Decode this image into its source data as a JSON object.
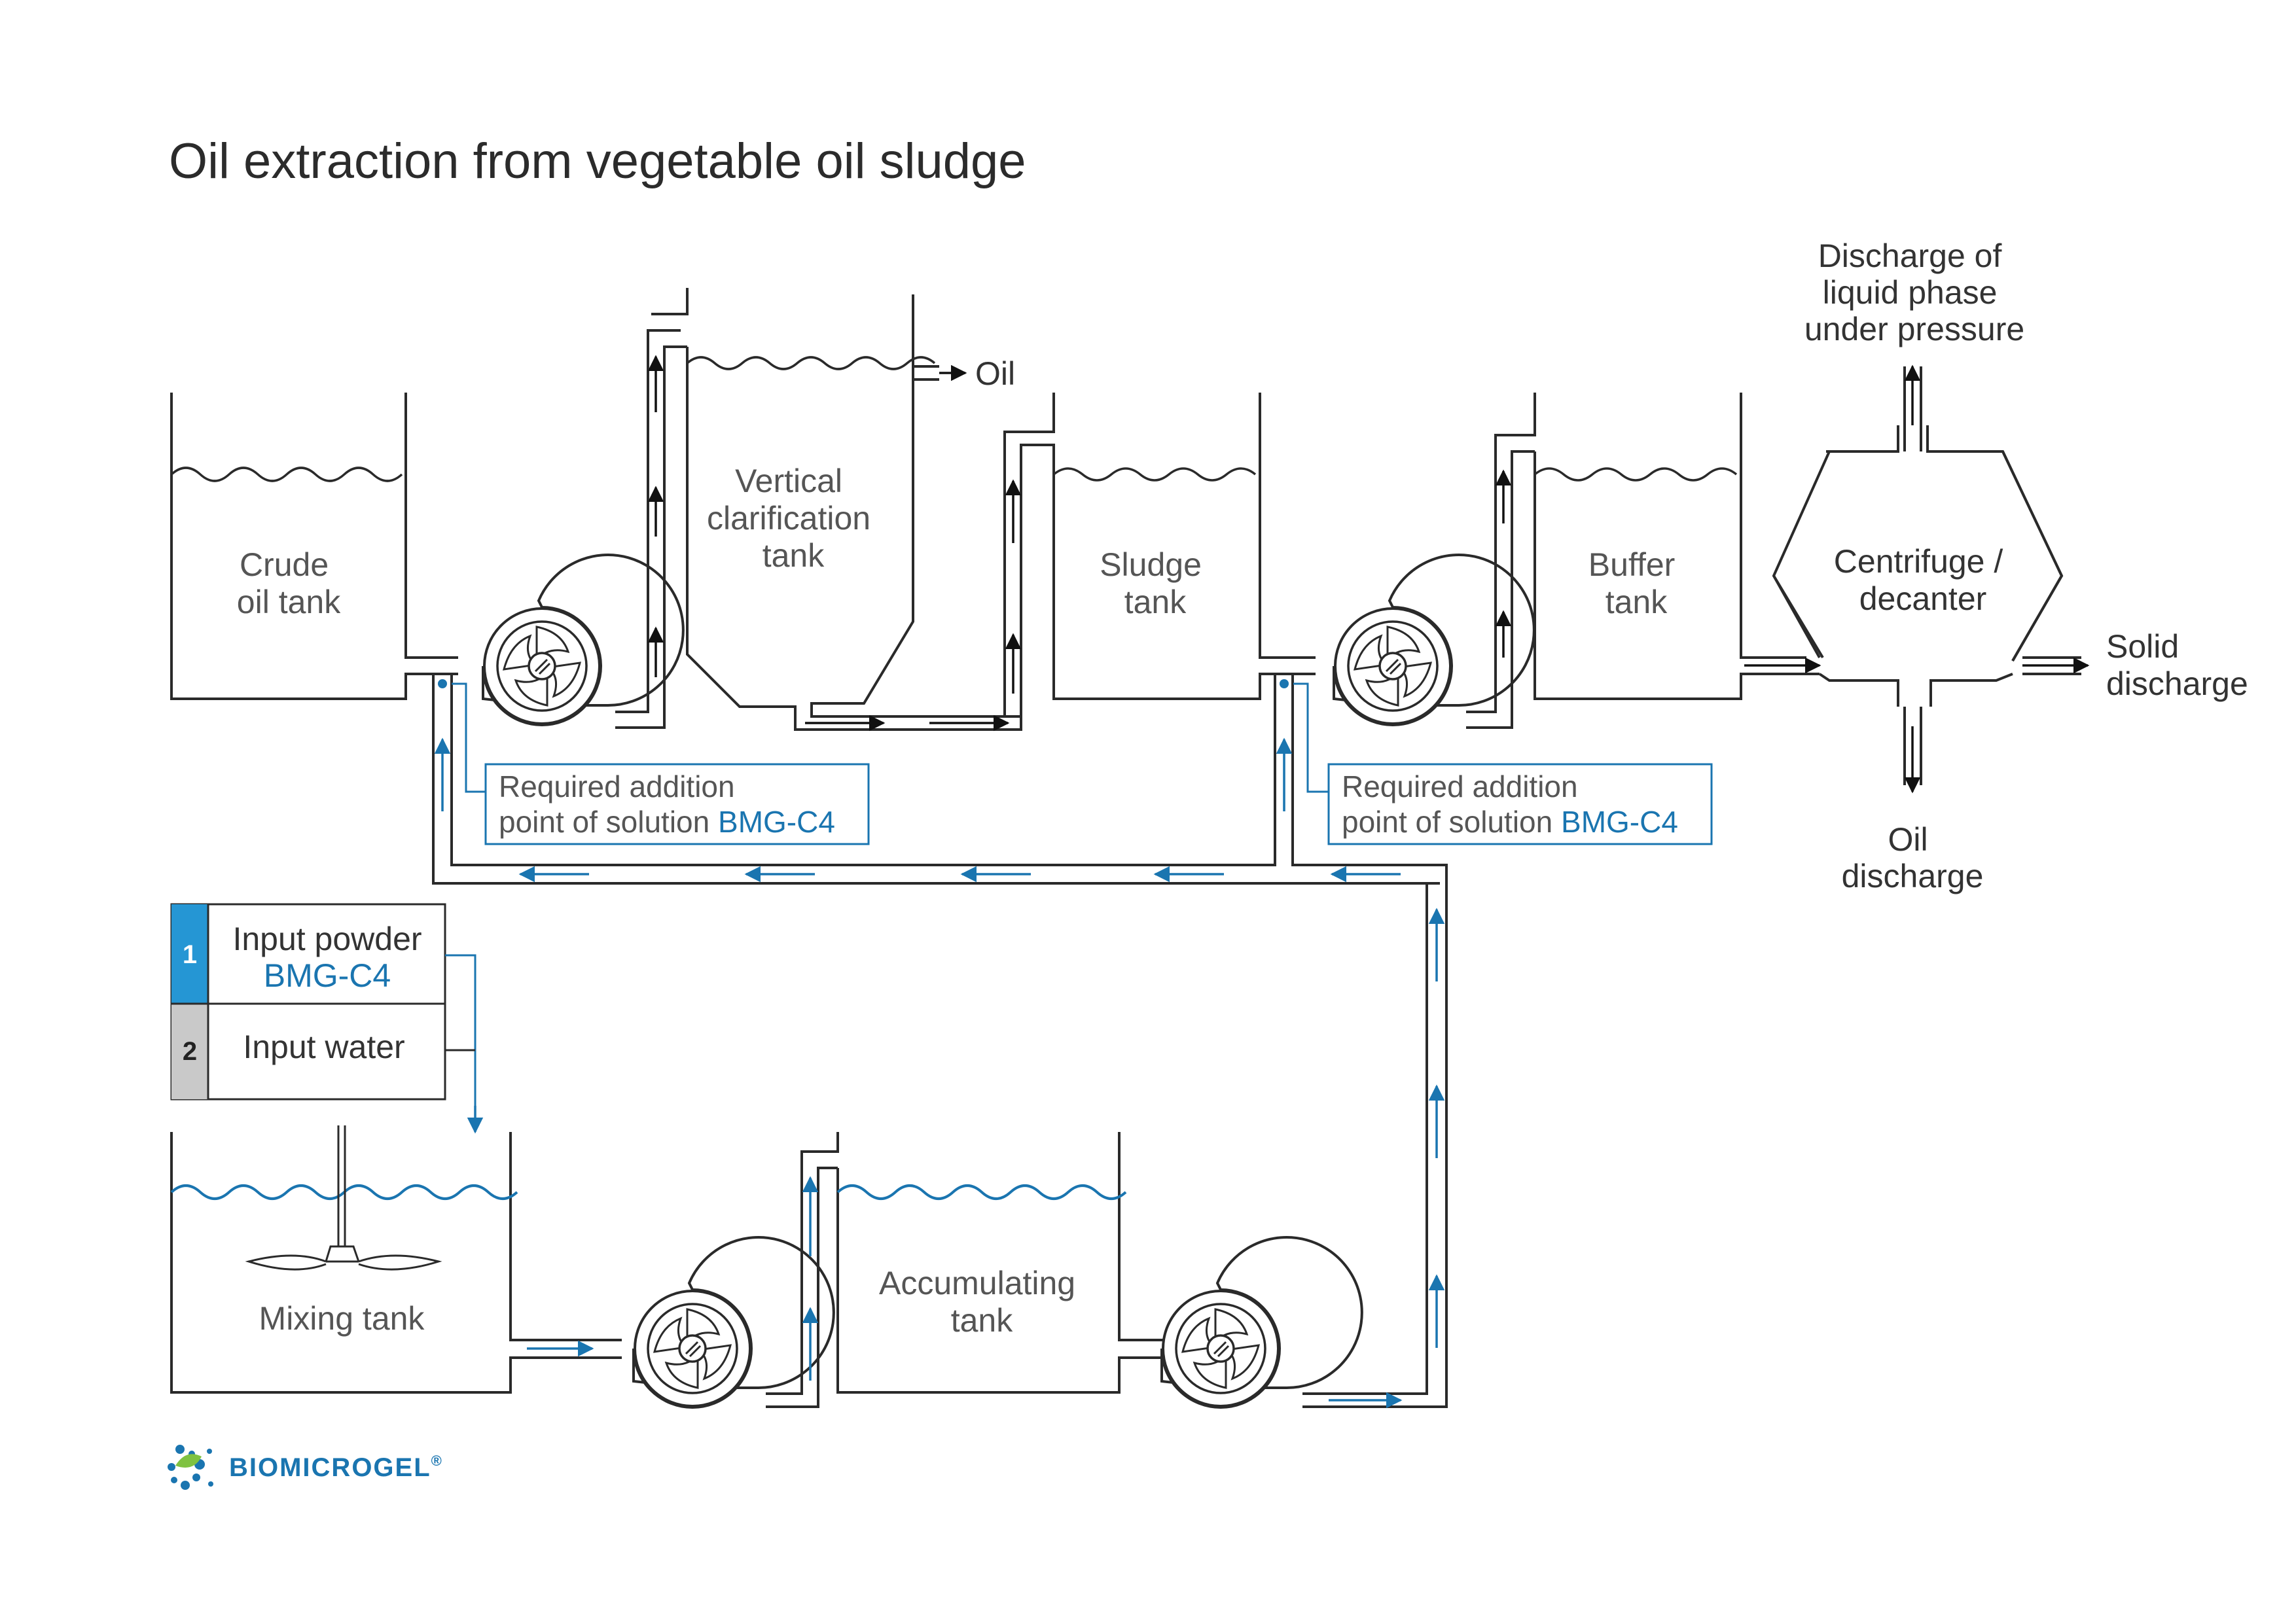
{
  "title": "Oil extraction from vegetable oil sludge",
  "tanks": {
    "crude_oil": [
      "Crude",
      "oil tank"
    ],
    "vertical_clarification": [
      "Vertical",
      "clarification",
      "tank"
    ],
    "sludge": [
      "Sludge",
      "tank"
    ],
    "buffer": [
      "Buffer",
      "tank"
    ],
    "centrifuge": [
      "Centrifuge /",
      "decanter"
    ],
    "mixing": [
      "Mixing tank"
    ],
    "accumulating": [
      "Accumulating",
      "tank"
    ]
  },
  "outputs": {
    "oil": "Oil",
    "liquid_phase": [
      "Discharge of",
      "liquid phase",
      "under pressure"
    ],
    "solid": [
      "Solid",
      "discharge"
    ],
    "oil_discharge": [
      "Oil",
      "discharge"
    ]
  },
  "addition_points": [
    {
      "line1": "Required addition",
      "line2_prefix": "point of solution ",
      "product": "BMG-C4"
    },
    {
      "line1": "Required addition",
      "line2_prefix": "point of solution ",
      "product": "BMG-C4"
    }
  ],
  "inputs": [
    {
      "number": "1",
      "label": "Input powder",
      "product": "BMG-C4"
    },
    {
      "number": "2",
      "label": "Input water"
    }
  ],
  "brand": {
    "name": "BIOMICROGEL",
    "mark": "®"
  },
  "colors": {
    "accent": "#1a75b0",
    "input1": "#2596d4",
    "input2": "#c9c9c9",
    "line": "#2a2a2a"
  }
}
